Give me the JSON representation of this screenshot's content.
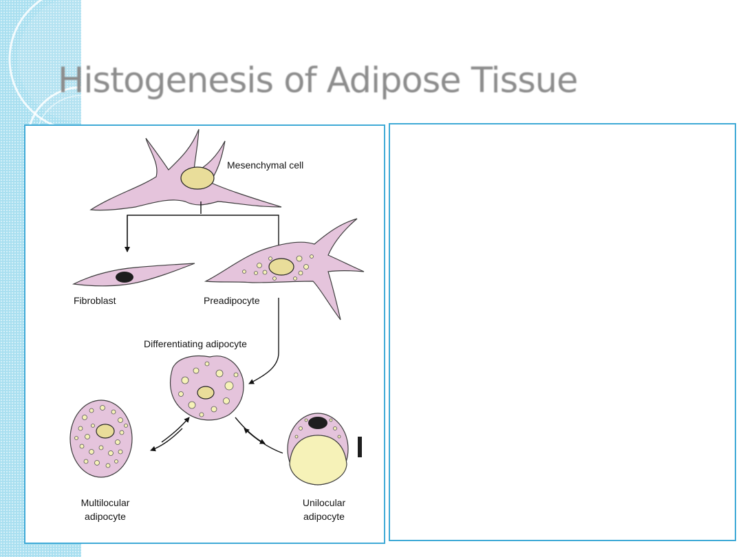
{
  "slide": {
    "title": "Histogenesis of Adipose Tissue"
  },
  "diagram": {
    "labels": {
      "mesenchymal": "Mesenchymal cell",
      "fibroblast": "Fibroblast",
      "preadipocyte": "Preadipocyte",
      "differentiating": "Differentiating adipocyte",
      "multilocular_line1": "Multilocular",
      "multilocular_line2": "adipocyte",
      "unilocular_line1": "Unilocular",
      "unilocular_line2": "adipocyte"
    }
  },
  "colors": {
    "stripe": "#a9dff0",
    "panel_border": "#3ea9d6",
    "cytoplasm": "#e5c4dc",
    "lipid": "#f6f2b8",
    "nucleus": "#e9dd9a",
    "title": "#8c8c8c"
  }
}
